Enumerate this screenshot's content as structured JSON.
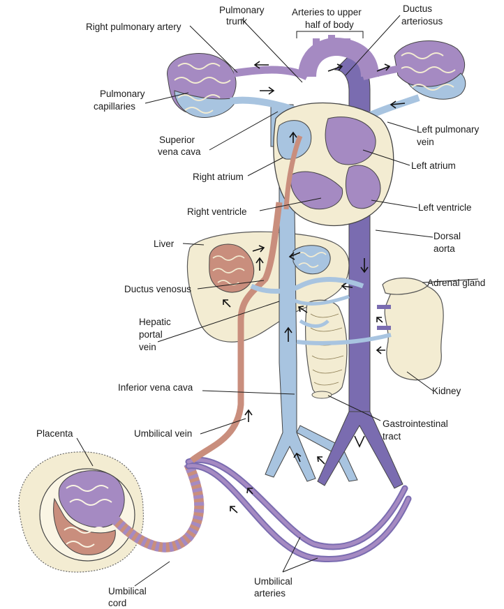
{
  "figure": {
    "labels": {
      "pulmonary_trunk": [
        "Pulmonary",
        "trunk"
      ],
      "arteries_upper": [
        "Arteries to upper",
        "half of body"
      ],
      "ductus_arteriosus": [
        "Ductus",
        "arteriosus"
      ],
      "right_pulmonary_artery": "Right pulmonary artery",
      "pulmonary_capillaries": [
        "Pulmonary",
        "capillaries"
      ],
      "superior_vena_cava": [
        "Superior",
        "vena cava"
      ],
      "left_pulmonary_vein": [
        "Left pulmonary",
        "vein"
      ],
      "right_atrium": "Right atrium",
      "left_atrium": "Left atrium",
      "right_ventricle": "Right ventricle",
      "left_ventricle": "Left ventricle",
      "dorsal_aorta": [
        "Dorsal",
        "aorta"
      ],
      "liver": "Liver",
      "adrenal_gland": "Adrenal gland",
      "ductus_venosus": "Ductus venosus",
      "hepatic_portal_vein": [
        "Hepatic",
        "portal",
        "vein"
      ],
      "kidney": "Kidney",
      "inferior_vena_cava": "Inferior vena cava",
      "umbilical_vein": "Umbilical vein",
      "placenta": "Placenta",
      "gastrointestinal_tract": [
        "Gastrointestinal",
        "tract"
      ],
      "umbilical_cord": [
        "Umbilical",
        "cord"
      ],
      "umbilical_arteries": [
        "Umbilical",
        "arteries"
      ]
    },
    "colors": {
      "oxygenated": "#c98e7d",
      "deoxygenated": "#a8c4e0",
      "mixed": "#a58ac2",
      "aorta": "#7a6cb0",
      "organ": "#f3ecd2",
      "outline": "#444444"
    }
  }
}
